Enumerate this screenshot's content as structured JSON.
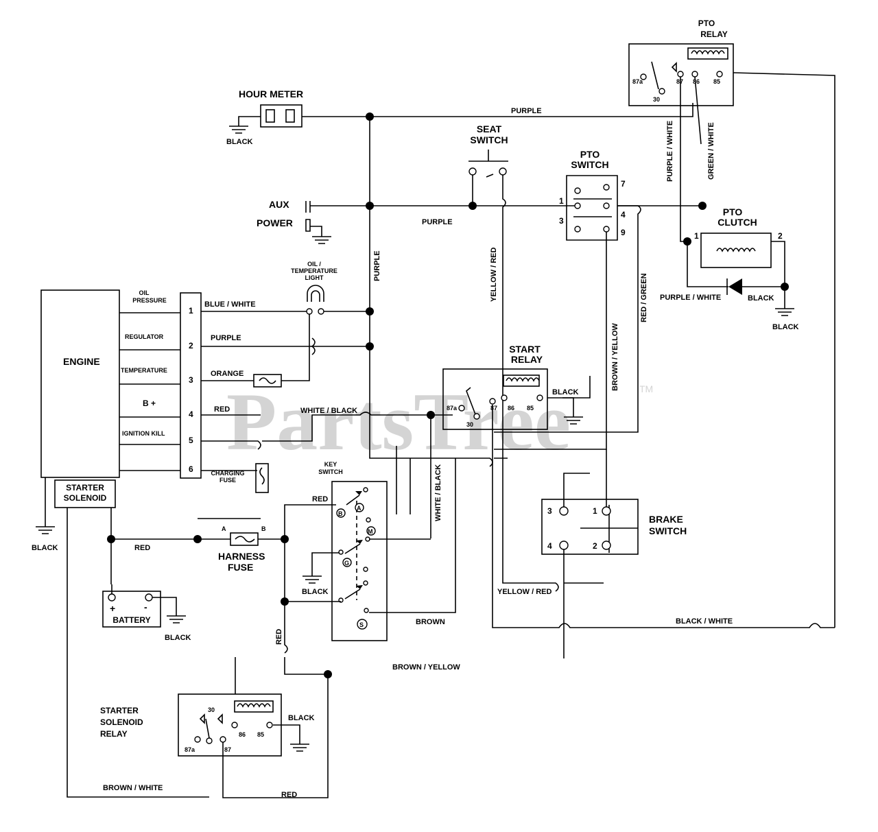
{
  "watermark": {
    "text": "PartsTree",
    "tm": "TM",
    "color": "#d4d4d4"
  },
  "components": {
    "hour_meter": "HOUR METER",
    "pto_relay": [
      "PTO",
      "RELAY"
    ],
    "seat_switch": [
      "SEAT",
      "SWITCH"
    ],
    "pto_switch": [
      "PTO",
      "SWITCH"
    ],
    "pto_clutch": [
      "PTO",
      "CLUTCH"
    ],
    "aux": "AUX",
    "power": "POWER",
    "oil_temp_light": [
      "OIL /",
      "TEMPERATURE",
      "LIGHT"
    ],
    "engine": "ENGINE",
    "starter_solenoid": [
      "STARTER",
      "SOLENOID"
    ],
    "start_relay": [
      "START",
      "RELAY"
    ],
    "key_switch": [
      "KEY",
      "SWITCH"
    ],
    "brake_switch": [
      "BRAKE",
      "SWITCH"
    ],
    "harness_fuse": [
      "HARNESS",
      "FUSE"
    ],
    "charging_fuse": [
      "CHARGING",
      "FUSE"
    ],
    "battery": "BATTERY",
    "starter_solenoid_relay": [
      "STARTER",
      "SOLENOID",
      "RELAY"
    ]
  },
  "engine_terminals": [
    "OIL",
    "PRESSURE",
    "REGULATOR",
    "TEMPERATURE",
    "B +",
    "IGNITION KILL"
  ],
  "connector_pins": [
    "1",
    "2",
    "3",
    "4",
    "5",
    "6"
  ],
  "relay_pins": {
    "p87a": "87a",
    "p30": "30",
    "p87": "87",
    "p86": "86",
    "p85": "85"
  },
  "pto_switch_pins": [
    "7",
    "1",
    "4",
    "3",
    "9"
  ],
  "clutch_pins": [
    "1",
    "2"
  ],
  "brake_pins": [
    "3",
    "1",
    "4",
    "2"
  ],
  "battery_signs": [
    "+",
    "-"
  ],
  "fuse_pins": [
    "A",
    "B"
  ],
  "key_positions": [
    "B",
    "A",
    "M",
    "G",
    "S"
  ],
  "wires": {
    "black": "BLACK",
    "purple": "PURPLE",
    "purple_white": "PURPLE / WHITE",
    "green_white": "GREEN / WHITE",
    "yellow_red": "YELLOW / RED",
    "red_green": "RED / GREEN",
    "brown_yellow": "BROWN / YELLOW",
    "blue_white": "BLUE / WHITE",
    "orange": "ORANGE",
    "red": "RED",
    "white_black": "WHITE / BLACK",
    "brown": "BROWN",
    "black_white": "BLACK / WHITE",
    "brown_white": "BROWN / WHITE"
  }
}
